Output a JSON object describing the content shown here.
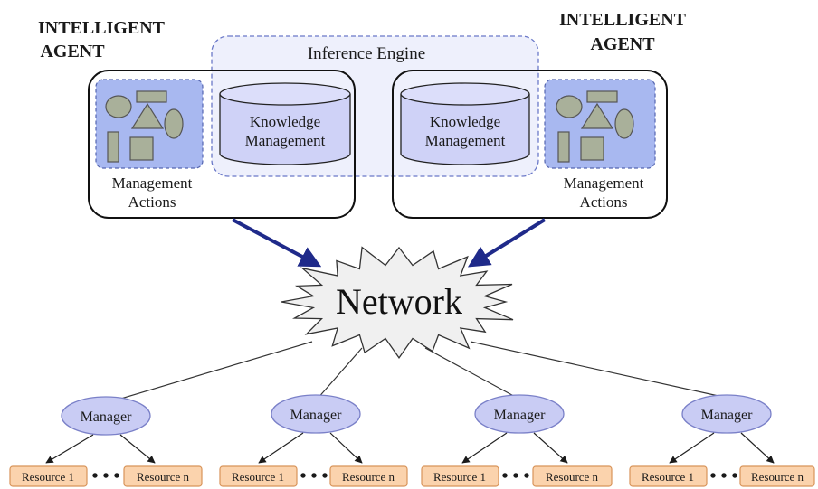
{
  "agent_left": {
    "title_line1": "INTELLIGENT",
    "title_line2": "AGENT",
    "actions_line1": "Management",
    "actions_line2": "Actions",
    "km_line1": "Knowledge",
    "km_line2": "Management"
  },
  "agent_right": {
    "title_line1": "INTELLIGENT",
    "title_line2": "AGENT",
    "actions_line1": "Management",
    "actions_line2": "Actions",
    "km_line1": "Knowledge",
    "km_line2": "Management"
  },
  "inference_engine": {
    "label": "Inference Engine"
  },
  "network": {
    "label": "Network"
  },
  "managers": [
    {
      "label": "Manager",
      "resource_first": "Resource 1",
      "dots": "• • •",
      "resource_last": "Resource n"
    },
    {
      "label": "Manager",
      "resource_first": "Resource 1",
      "dots": "• • •",
      "resource_last": "Resource n"
    },
    {
      "label": "Manager",
      "resource_first": "Resource 1",
      "dots": "• • •",
      "resource_last": "Resource n"
    },
    {
      "label": "Manager",
      "resource_first": "Resource 1",
      "dots": "• • •",
      "resource_last": "Resource n"
    }
  ],
  "colors": {
    "agent_panel": "#a8b8f0",
    "shape_fill": "#a9b09a",
    "cylinder_fill": "#cfd2f7",
    "engine_fill": "#eef0fc",
    "engine_stroke": "#6a78c8",
    "arrow_color": "#1f2a8a",
    "network_fill": "#f0f0f0",
    "manager_fill": "#c9ccf4",
    "manager_stroke": "#7a80c8",
    "resource_fill": "#fbd3ad",
    "resource_stroke": "#d8945a"
  }
}
